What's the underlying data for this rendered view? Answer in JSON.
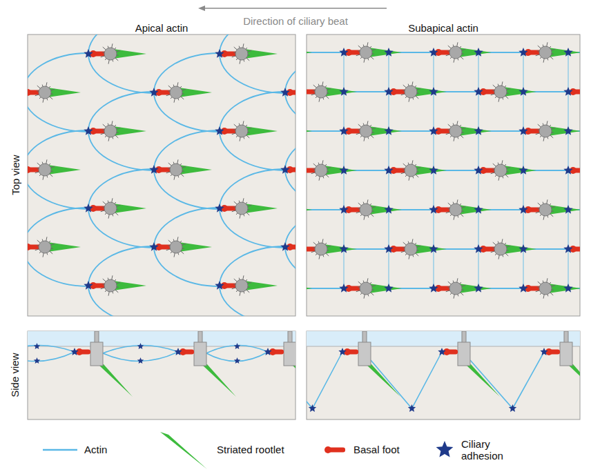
{
  "diagram": {
    "labels": [
      "Direction of ciliary beat",
      "Apical actin",
      "Subapical actin",
      "Top view",
      "Side view"
    ],
    "legend": [
      {
        "text": "Actin"
      },
      {
        "text": "Striated rootlet"
      },
      {
        "text": "Basal foot"
      },
      {
        "text": "Ciliary adhesion"
      }
    ]
  }
}
